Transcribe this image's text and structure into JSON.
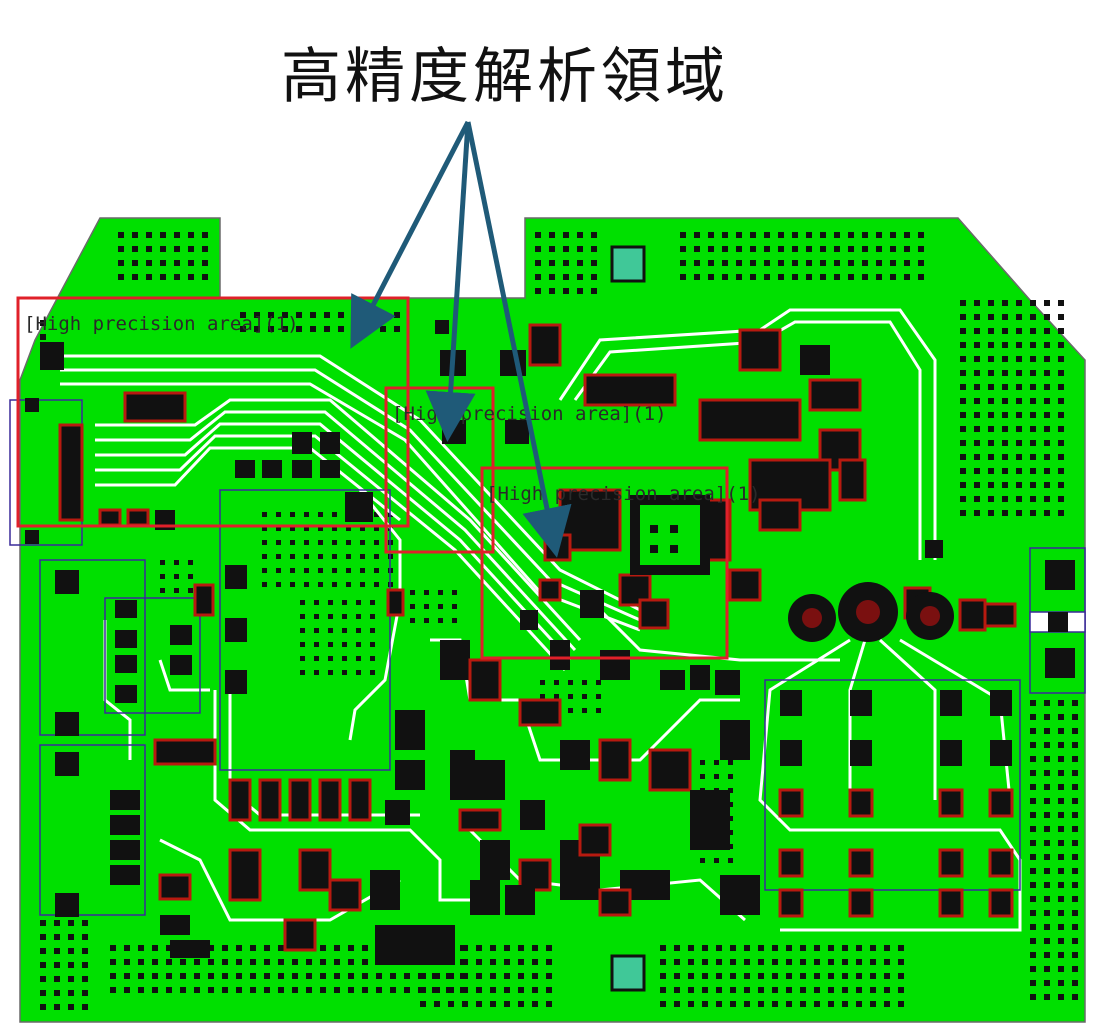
{
  "title": "高精度解析領域",
  "colors": {
    "board": "#00e000",
    "pad": "#111111",
    "trace": "#ffffff",
    "component": "#b81a10",
    "highlight_box": "#e0202a",
    "arrow": "#1f5a78",
    "fiducial": "#40c898"
  },
  "regions": [
    {
      "id": "region-1",
      "label": "[High precision area](1)"
    },
    {
      "id": "region-2",
      "label": "[High precision area](1)"
    },
    {
      "id": "region-3",
      "label": "[High precision area](1)"
    }
  ]
}
